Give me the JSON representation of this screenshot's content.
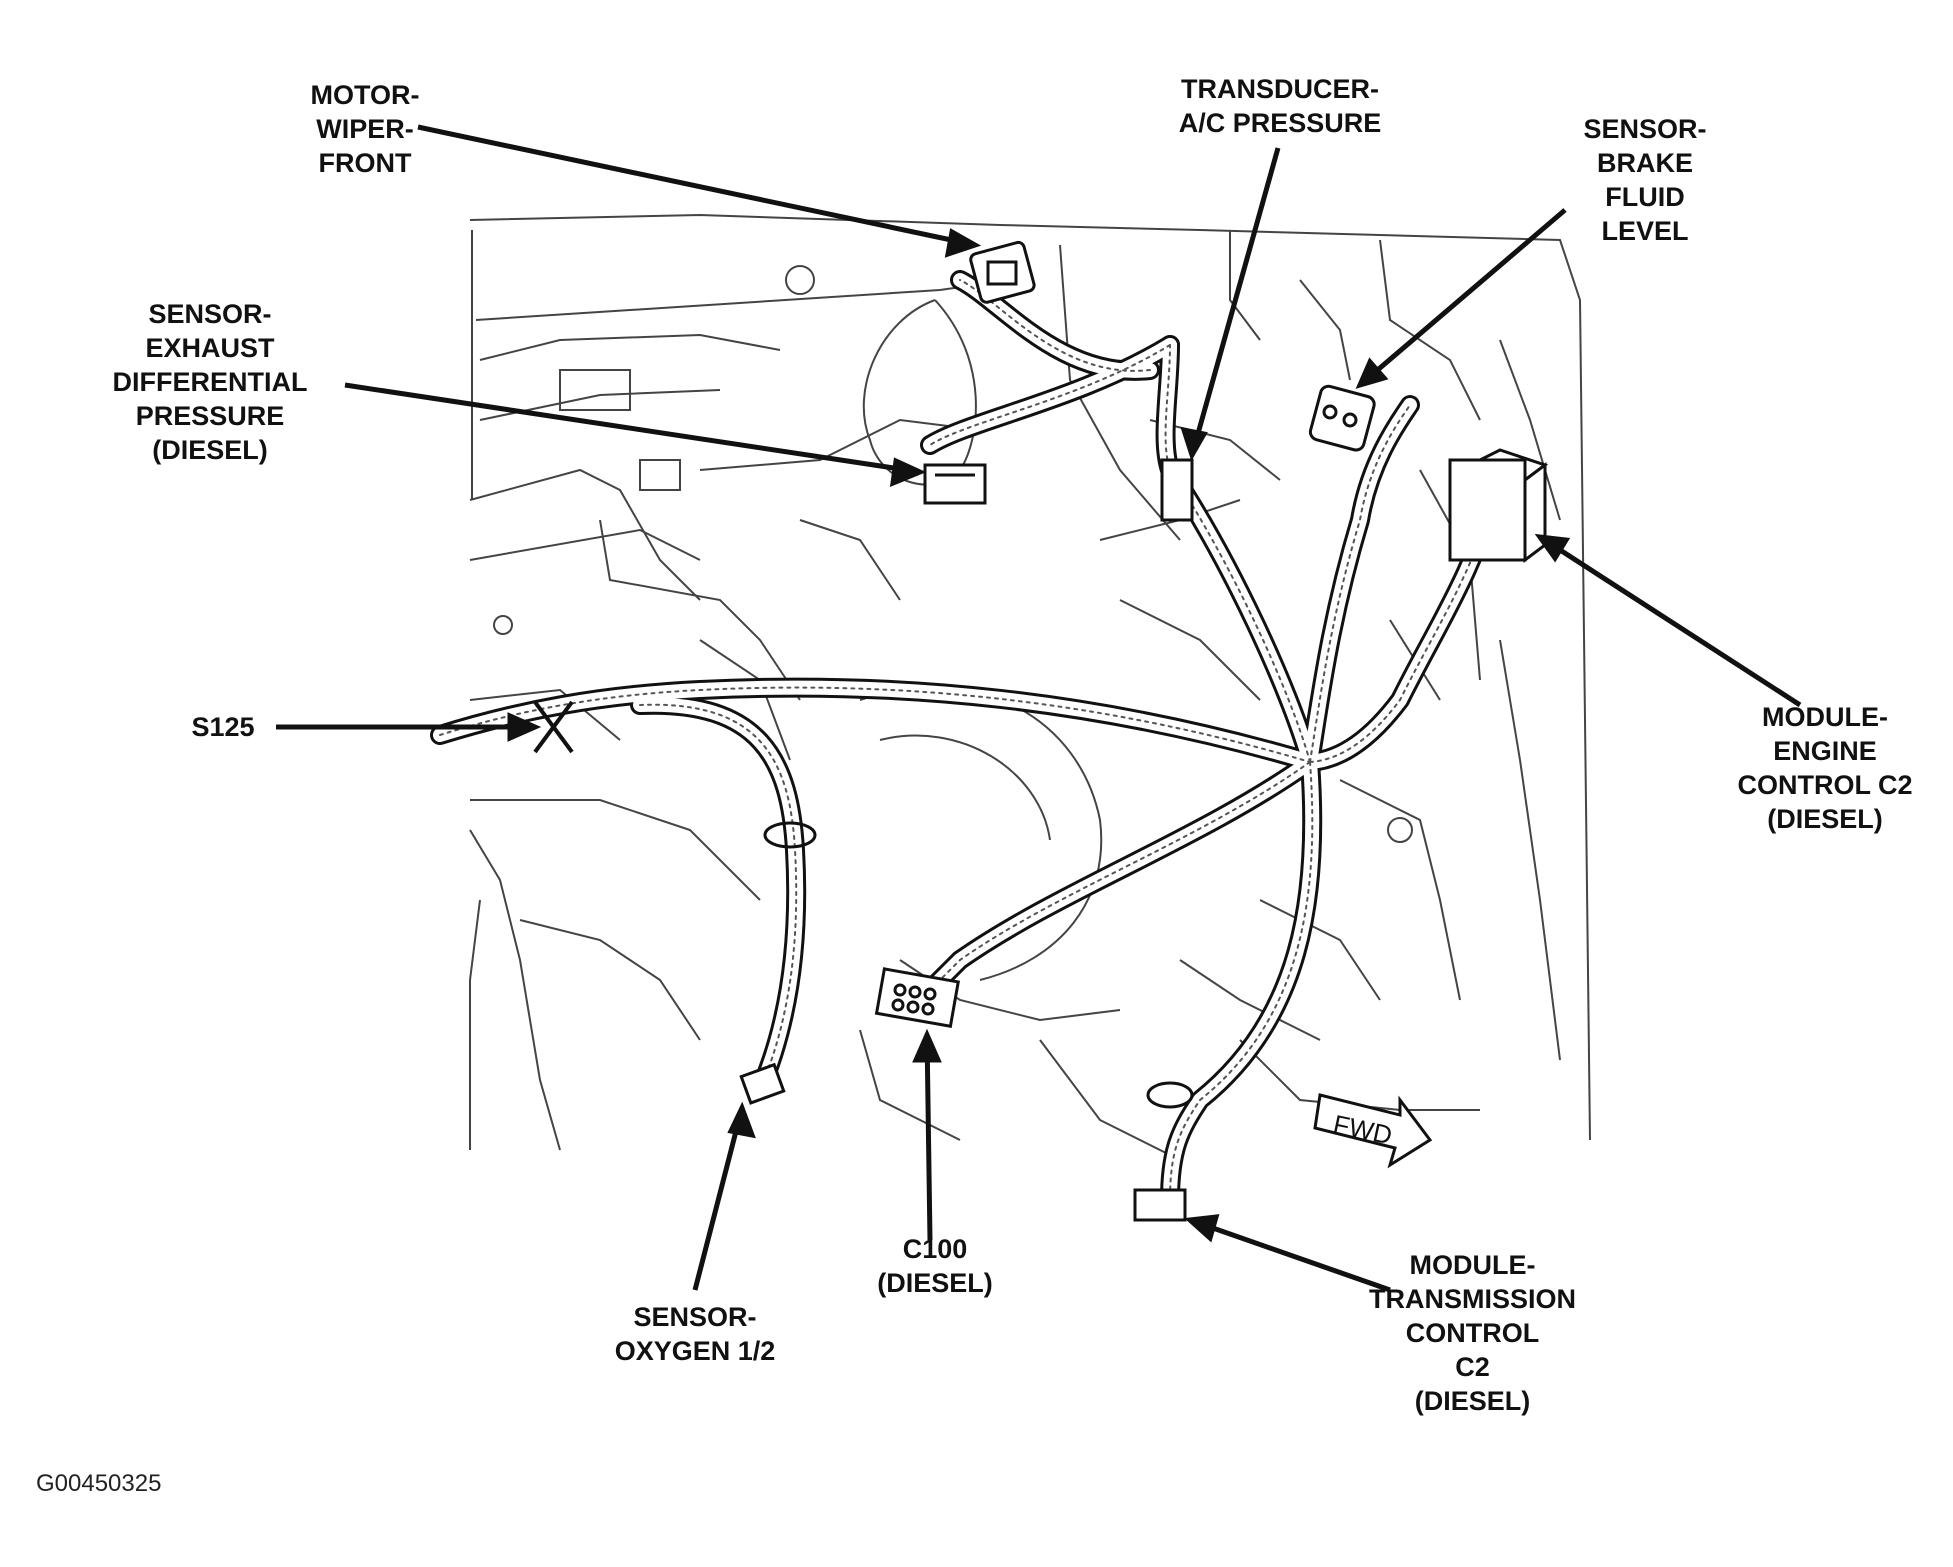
{
  "labels": {
    "motor_wiper": [
      "MOTOR-",
      "WIPER-",
      "FRONT"
    ],
    "transducer": [
      "TRANSDUCER-",
      "A/C PRESSURE"
    ],
    "brake_sensor": [
      "SENSOR-",
      "BRAKE",
      "FLUID",
      "LEVEL"
    ],
    "exhaust_sensor": [
      "SENSOR-",
      "EXHAUST",
      "DIFFERENTIAL",
      "PRESSURE",
      "(DIESEL)"
    ],
    "s125": [
      "S125"
    ],
    "engine_module": [
      "MODULE-",
      "ENGINE",
      "CONTROL C2",
      "(DIESEL)"
    ],
    "oxygen_sensor": [
      "SENSOR-",
      "OXYGEN 1/2"
    ],
    "c100": [
      "C100",
      "(DIESEL)"
    ],
    "trans_module": [
      "MODULE-",
      "TRANSMISSION",
      "CONTROL",
      "C2",
      "(DIESEL)"
    ]
  },
  "fwd_text": "FWD",
  "figure_code": "G00450325"
}
